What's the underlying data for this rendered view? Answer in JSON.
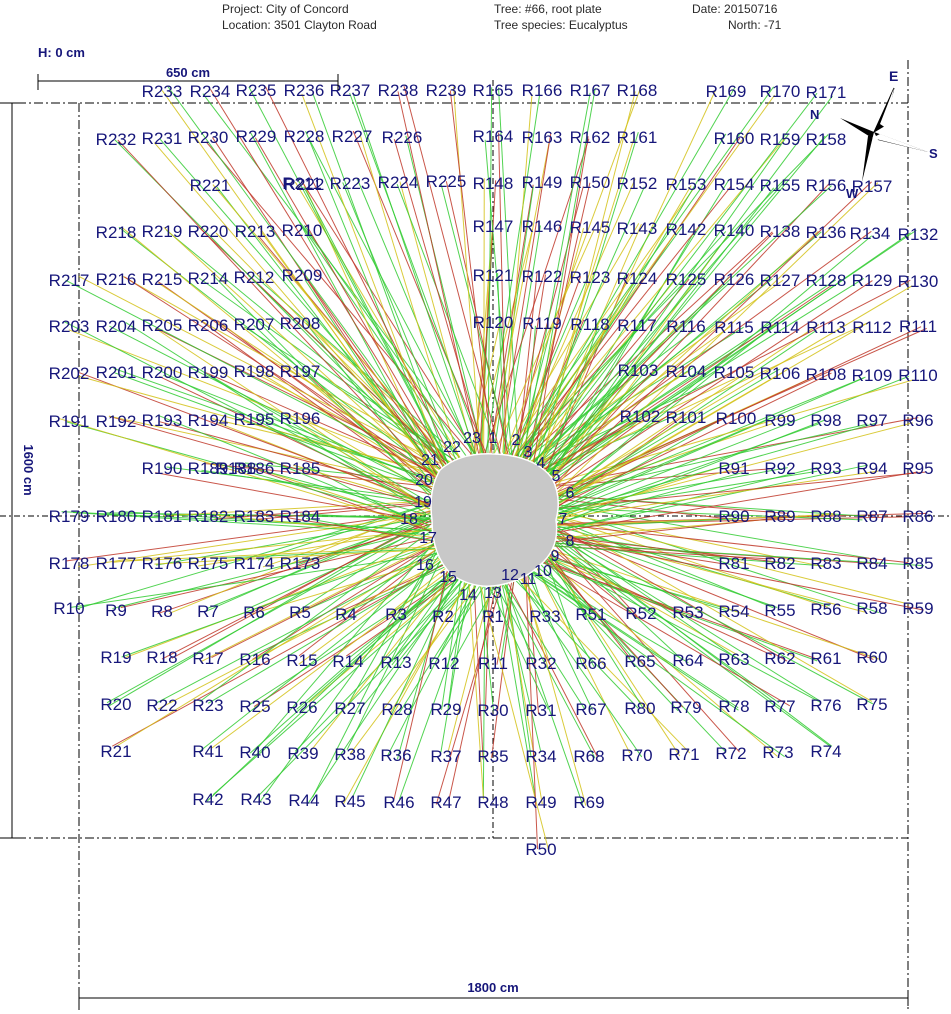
{
  "header": {
    "project": "Project: City of Concord",
    "location": "Location: 3501 Clayton Road",
    "tree": "Tree: #66, root plate",
    "species": "Tree species: Eucalyptus",
    "date": "Date: 20150716",
    "north": "North: -71"
  },
  "measurements": {
    "height": "H: 0 cm",
    "scale": "650 cm",
    "vertical": "1600 cm",
    "horizontal": "1800 cm"
  },
  "compass": {
    "labels": [
      "E",
      "N",
      "S",
      "W"
    ]
  },
  "colors": {
    "label": "#16167a",
    "trunk": "#c8c8c8",
    "ray_green": "#33cc33",
    "ray_yellow": "#d4c21a",
    "ray_red": "#c0392b"
  },
  "sensors": [
    "1",
    "2",
    "3",
    "4",
    "5",
    "6",
    "7",
    "8",
    "9",
    "10",
    "11",
    "12",
    "13",
    "14",
    "15",
    "16",
    "17",
    "18",
    "19",
    "20",
    "21",
    "22",
    "23"
  ],
  "receivers": [
    "R1",
    "R2",
    "R3",
    "R4",
    "R5",
    "R6",
    "R7",
    "R8",
    "R9",
    "R10",
    "R11",
    "R12",
    "R13",
    "R14",
    "R15",
    "R16",
    "R17",
    "R18",
    "R19",
    "R20",
    "R21",
    "R22",
    "R23",
    "R25",
    "R26",
    "R27",
    "R28",
    "R29",
    "R30",
    "R31",
    "R32",
    "R33",
    "R34",
    "R35",
    "R36",
    "R37",
    "R38",
    "R39",
    "R40",
    "R41",
    "R42",
    "R43",
    "R44",
    "R45",
    "R46",
    "R47",
    "R48",
    "R49",
    "R50",
    "R51",
    "R52",
    "R53",
    "R54",
    "R55",
    "R56",
    "R58",
    "R59",
    "R60",
    "R61",
    "R62",
    "R63",
    "R64",
    "R65",
    "R66",
    "R67",
    "R68",
    "R69",
    "R70",
    "R71",
    "R72",
    "R73",
    "R74",
    "R75",
    "R76",
    "R77",
    "R78",
    "R79",
    "R80",
    "R81",
    "R82",
    "R83",
    "R84",
    "R85",
    "R86",
    "R87",
    "R88",
    "R89",
    "R90",
    "R91",
    "R92",
    "R93",
    "R94",
    "R95",
    "R96",
    "R97",
    "R98",
    "R99",
    "R100",
    "R101",
    "R102",
    "R103",
    "R104",
    "R105",
    "R106",
    "R108",
    "R109",
    "R110",
    "R111",
    "R112",
    "R113",
    "R114",
    "R115",
    "R116",
    "R117",
    "R118",
    "R119",
    "R120",
    "R121",
    "R122",
    "R123",
    "R124",
    "R125",
    "R126",
    "R127",
    "R128",
    "R129",
    "R130",
    "R132",
    "R134",
    "R136",
    "R138",
    "R140",
    "R142",
    "R143",
    "R145",
    "R146",
    "R147",
    "R148",
    "R149",
    "R150",
    "R152",
    "R153",
    "R154",
    "R155",
    "R156",
    "R157",
    "R158",
    "R159",
    "R160",
    "R161",
    "R162",
    "R163",
    "R164",
    "R165",
    "R166",
    "R167",
    "R168",
    "R169",
    "R170",
    "R171",
    "R173",
    "R174",
    "R175",
    "R176",
    "R177",
    "R178",
    "R179",
    "R180",
    "R181",
    "R182",
    "R183",
    "R184",
    "R185",
    "R186",
    "R188",
    "R189",
    "R190",
    "R191",
    "R192",
    "R193",
    "R194",
    "R195",
    "R196",
    "R197",
    "R198",
    "R199",
    "R200",
    "R201",
    "R202",
    "R203",
    "R204",
    "R205",
    "R206",
    "R207",
    "R208",
    "R209",
    "R210",
    "R211",
    "R212",
    "R213",
    "R214",
    "R215",
    "R216",
    "R217",
    "R218",
    "R219",
    "R220",
    "R221",
    "R222",
    "R223",
    "R224",
    "R225",
    "R226",
    "R227",
    "R228",
    "R229",
    "R230",
    "R231",
    "R232",
    "R233",
    "R234",
    "R235",
    "R236",
    "R237",
    "R238",
    "R239"
  ]
}
